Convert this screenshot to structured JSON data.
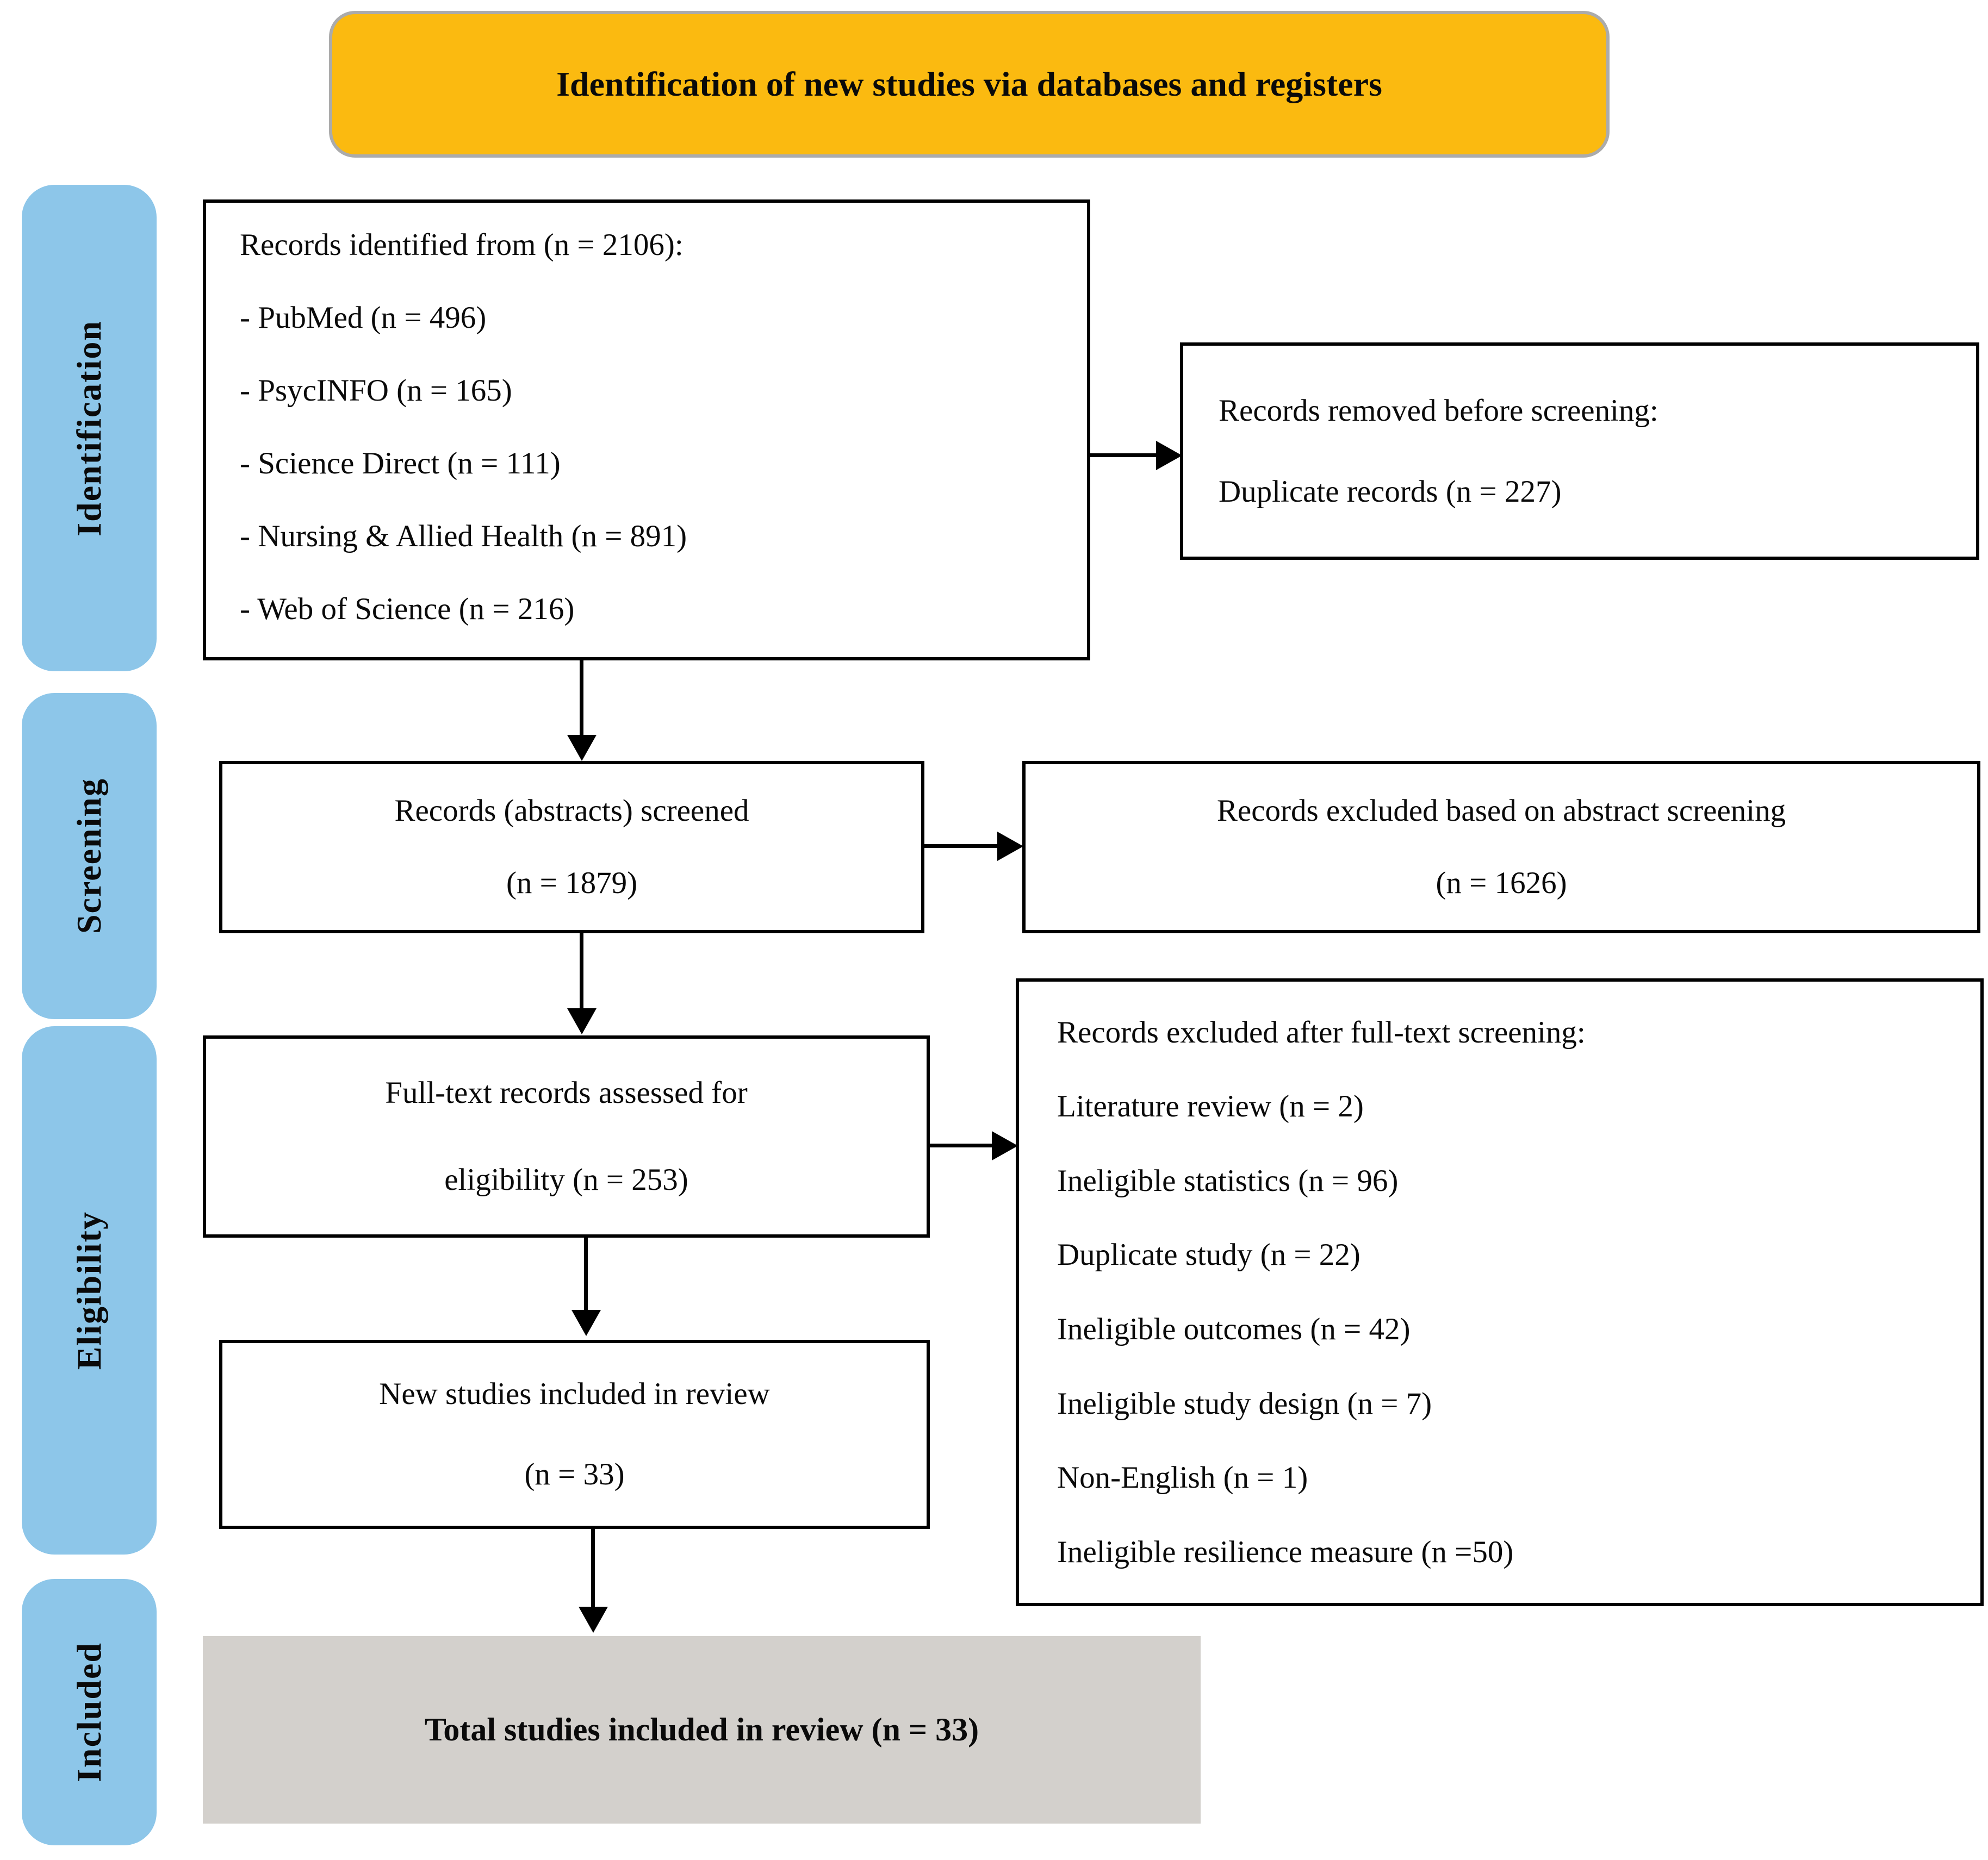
{
  "title": "Identification of new studies via databases and registers",
  "sidebar": {
    "items": [
      {
        "label": "Identification"
      },
      {
        "label": "Screening"
      },
      {
        "label": "Eligibility"
      },
      {
        "label": "Included"
      }
    ]
  },
  "boxes": {
    "identified": {
      "header": "Records identified from (n = 2106):",
      "items": [
        "- PubMed (n = 496)",
        "- PsycINFO (n = 165)",
        "- Science Direct (n = 111)",
        "- Nursing & Allied Health (n = 891)",
        "- Web of Science (n = 216)"
      ]
    },
    "removed": {
      "lines": [
        "Records removed before screening:",
        "Duplicate records (n = 227)"
      ]
    },
    "screened": {
      "lines": [
        "Records (abstracts) screened",
        "(n = 1879)"
      ]
    },
    "abstract_excluded": {
      "lines": [
        "Records excluded based on abstract screening",
        "(n = 1626)"
      ]
    },
    "fulltext": {
      "lines": [
        "Full-text records assessed for",
        "eligibility (n = 253)"
      ]
    },
    "fulltext_excluded": {
      "header": "Records excluded after full-text screening:",
      "reasons": [
        "Literature review (n = 2)",
        "Ineligible statistics (n = 96)",
        "Duplicate study (n = 22)",
        "Ineligible outcomes (n = 42)",
        "Ineligible study design (n = 7)",
        "Non-English (n = 1)",
        "Ineligible resilience measure (n =50)"
      ]
    },
    "new_studies": {
      "lines": [
        "New studies included in review",
        "(n = 33)"
      ]
    },
    "total": {
      "text": "Total studies included in review (n = 33)"
    }
  },
  "colors": {
    "banner_yellow": "#FBBA10",
    "sidebar_blue": "#8DC6E9",
    "total_gray": "#D3D0CC",
    "border_black": "#000000"
  }
}
